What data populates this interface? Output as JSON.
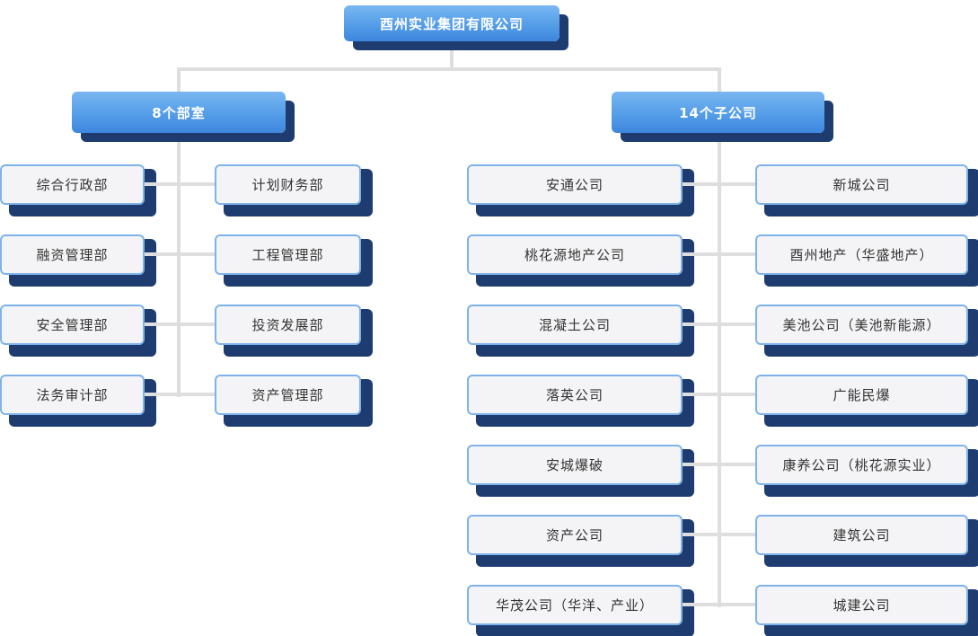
{
  "root": {
    "label": "酉州实业集团有限公司"
  },
  "groups": [
    {
      "label": "8个部室",
      "col1": [
        "综合行政部",
        "融资管理部",
        "安全管理部",
        "法务审计部"
      ],
      "col2": [
        "计划财务部",
        "工程管理部",
        "投资发展部",
        "资产管理部"
      ]
    },
    {
      "label": "14个子公司",
      "col1": [
        "安通公司",
        "桃花源地产公司",
        "混凝土公司",
        "落英公司",
        "安城爆破",
        "资产公司",
        "华茂公司（华洋、产业）"
      ],
      "col2": [
        "新城公司",
        "酉州地产（华盛地产）",
        "美池公司（美池新能源）",
        "广能民爆",
        "康养公司（桃花源实业）",
        "建筑公司",
        "城建公司"
      ]
    }
  ],
  "colors": {
    "node_gradient_top": "#79b7f1",
    "node_gradient_bottom": "#3e86de",
    "shadow_navy": "#1e3c70",
    "leaf_border_blue": "#7eb3ea",
    "leaf_fill": "#f4f4f6",
    "connector_gray": "#dedede",
    "leaf_text": "#333333",
    "header_text": "#ffffff"
  }
}
